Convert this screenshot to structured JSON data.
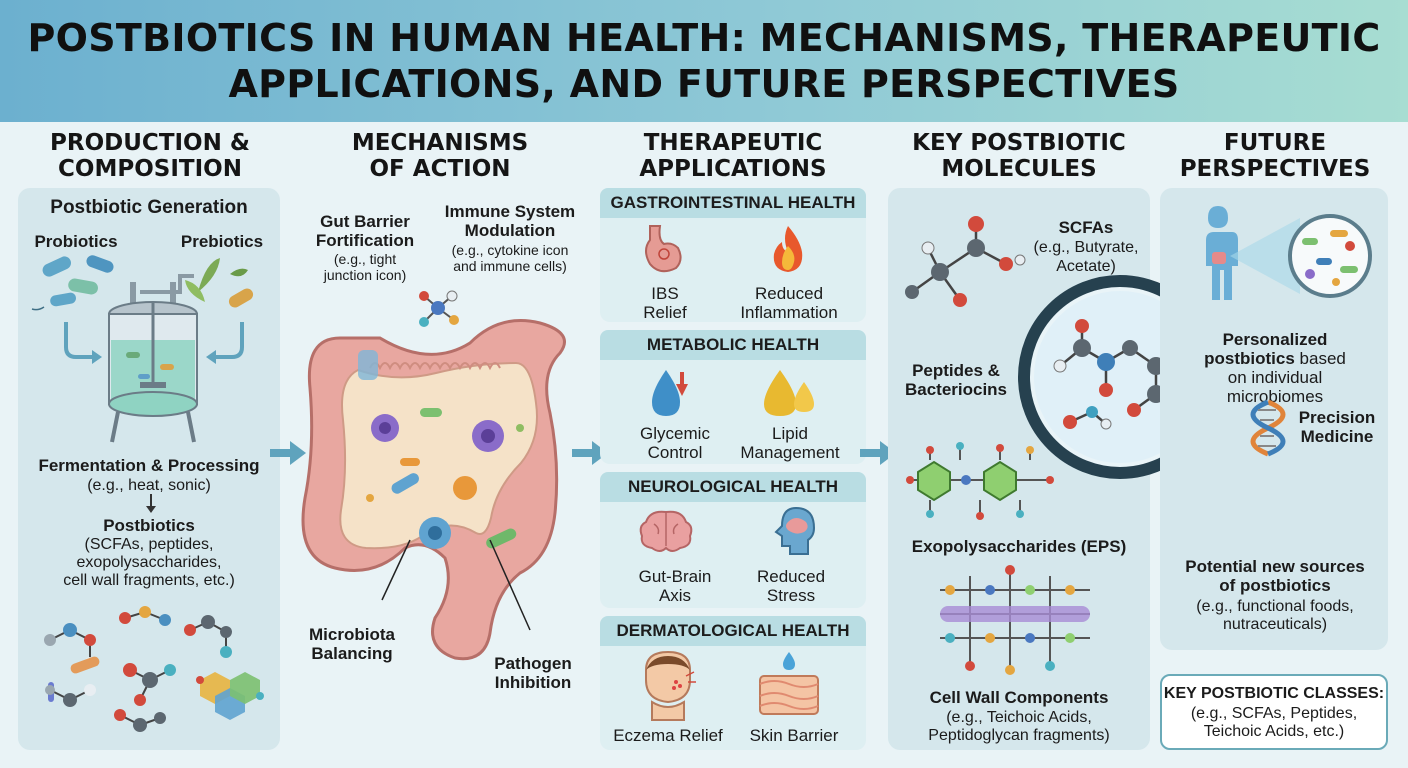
{
  "title": {
    "line1": "POSTBIOTICS IN HUMAN HEALTH: MECHANISMS, THERAPEUTIC",
    "line2": "APPLICATIONS, AND FUTURE PERSPECTIVES"
  },
  "columns": {
    "production": {
      "title1": "PRODUCTION &",
      "title2": "COMPOSITION"
    },
    "mechanisms": {
      "title1": "MECHANISMS",
      "title2": "OF ACTION"
    },
    "therapeutic": {
      "title1": "THERAPEUTIC",
      "title2": "APPLICATIONS"
    },
    "molecules": {
      "title1": "KEY POSTBIOTIC",
      "title2": "MOLECULES"
    },
    "future": {
      "title1": "FUTURE",
      "title2": "PERSPECTIVES"
    }
  },
  "production": {
    "generation": "Postbiotic Generation",
    "probiotics": "Probiotics",
    "prebiotics": "Prebiotics",
    "fermentation": "Fermentation & Processing",
    "fermentation_eg": "(e.g., heat, sonic)",
    "postbiotics": "Postbiotics",
    "postbiotics_list1": "(SCFAs, peptides,",
    "postbiotics_list2": "exopolysaccharides,",
    "postbiotics_list3": "cell wall fragments, etc.)"
  },
  "mechanisms": {
    "gut_barrier1": "Gut Barrier",
    "gut_barrier2": "Fortification",
    "gut_barrier_eg1": "(e.g., tight",
    "gut_barrier_eg2": "junction icon)",
    "immune1": "Immune System",
    "immune2": "Modulation",
    "immune_eg1": "(e.g., cytokine icon",
    "immune_eg2": "and immune cells)",
    "microbiota1": "Microbiota",
    "microbiota2": "Balancing",
    "pathogen1": "Pathogen",
    "pathogen2": "Inhibition"
  },
  "therapeutic": {
    "gi": {
      "header": "GASTROINTESTINAL HEALTH",
      "item1a": "IBS",
      "item1b": "Relief",
      "item2a": "Reduced",
      "item2b": "Inflammation"
    },
    "metabolic": {
      "header": "METABOLIC HEALTH",
      "item1a": "Glycemic",
      "item1b": "Control",
      "item2a": "Lipid",
      "item2b": "Management"
    },
    "neuro": {
      "header": "NEUROLOGICAL HEALTH",
      "item1a": "Gut-Brain",
      "item1b": "Axis",
      "item2a": "Reduced",
      "item2b": "Stress"
    },
    "derm": {
      "header": "DERMATOLOGICAL HEALTH",
      "item1": "Eczema Relief",
      "item2": "Skin Barrier"
    }
  },
  "molecules": {
    "scfa": "SCFAs",
    "scfa_eg1": "(e.g., Butyrate,",
    "scfa_eg2": "Acetate)",
    "peptides1": "Peptides &",
    "peptides2": "Bacteriocins",
    "eps": "Exopolysaccharides (EPS)",
    "cellwall": "Cell Wall Components",
    "cellwall_eg1": "(e.g., Teichoic Acids,",
    "cellwall_eg2": "Peptidoglycan fragments)"
  },
  "future": {
    "personalized_bold": "Personalized",
    "personalized_bold2": "postbiotics",
    "personalized_rest1": " based",
    "personalized_rest2": "on individual",
    "personalized_rest3": "microbiomes",
    "precision1": "Precision",
    "precision2": "Medicine",
    "sources1": "Potential new sources",
    "sources2": "of postbiotics",
    "sources_eg1": "(e.g., functional foods,",
    "sources_eg2": "nutraceuticals)",
    "key_title": "KEY POSTBIOTIC CLASSES:",
    "key_eg1": "(e.g., SCFAs, Peptides,",
    "key_eg2": "Teichoic Acids, etc.)"
  },
  "colors": {
    "header_start": "#6cb0cf",
    "header_end": "#a7ddd2",
    "panel": "#d5e7ec",
    "section_bar": "#b9dde3",
    "arrow": "#5fa3bd",
    "gut": "#e8a7a0",
    "bacteria_purple": "#8a6cc9",
    "bacteria_green": "#6fb86a"
  }
}
